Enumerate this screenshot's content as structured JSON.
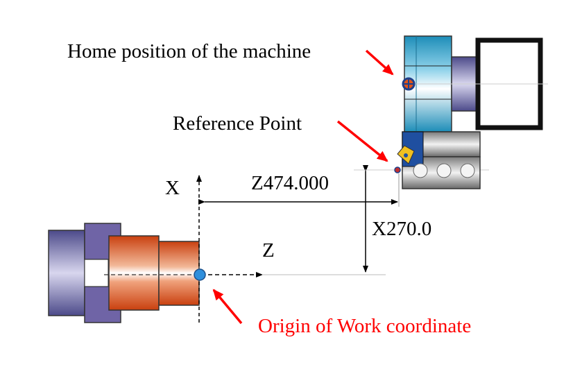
{
  "labels": {
    "home_position": "Home position of the machine",
    "reference_point": "Reference Point",
    "x_axis": "X",
    "z_axis": "Z",
    "z_distance": "Z474.000",
    "x_distance": "X270.0",
    "work_origin": "Origin of Work coordinate"
  },
  "colors": {
    "pointer_arrow": "#ff0000",
    "work_origin_label": "#ff0000",
    "workpiece": "#e0541a",
    "chuck": "#6f64a6",
    "turret": "#2fa4c9",
    "tool_holder": "#1f4fa0",
    "origin_marker": "#2f8fdc"
  }
}
